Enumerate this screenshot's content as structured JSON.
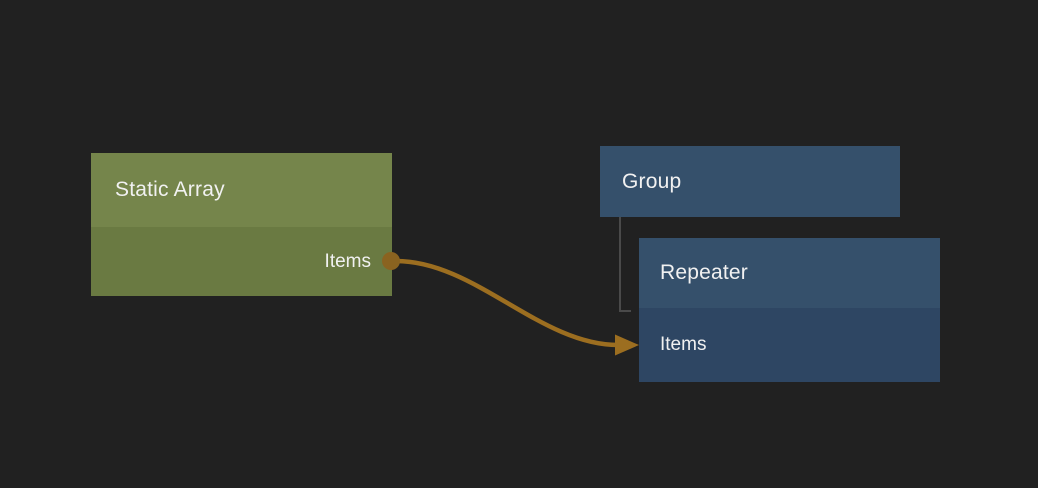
{
  "canvas": {
    "background": "#212121"
  },
  "nodes": [
    {
      "id": "static-array",
      "title": "Static Array",
      "header_color": "#75854b",
      "body_color": "#6a7a42",
      "ports": [
        {
          "name": "Items",
          "direction": "output"
        }
      ]
    },
    {
      "id": "group",
      "title": "Group",
      "header_color": "#35506b",
      "body_color": "#35506b",
      "ports": []
    },
    {
      "id": "repeater",
      "title": "Repeater",
      "header_color": "#35506b",
      "body_color": "#2e4663",
      "ports": [
        {
          "name": "Items",
          "direction": "input"
        }
      ]
    }
  ],
  "connections": [
    {
      "from": "Static Array.Items",
      "to": "Repeater.Items",
      "wire_color": "#9c6e20",
      "port_dot_color": "#8a6320"
    },
    {
      "from": "Group",
      "to": "Repeater",
      "style": "hierarchy",
      "line_color": "#4a4a4a"
    }
  ],
  "text_color": "#f1f1f1"
}
